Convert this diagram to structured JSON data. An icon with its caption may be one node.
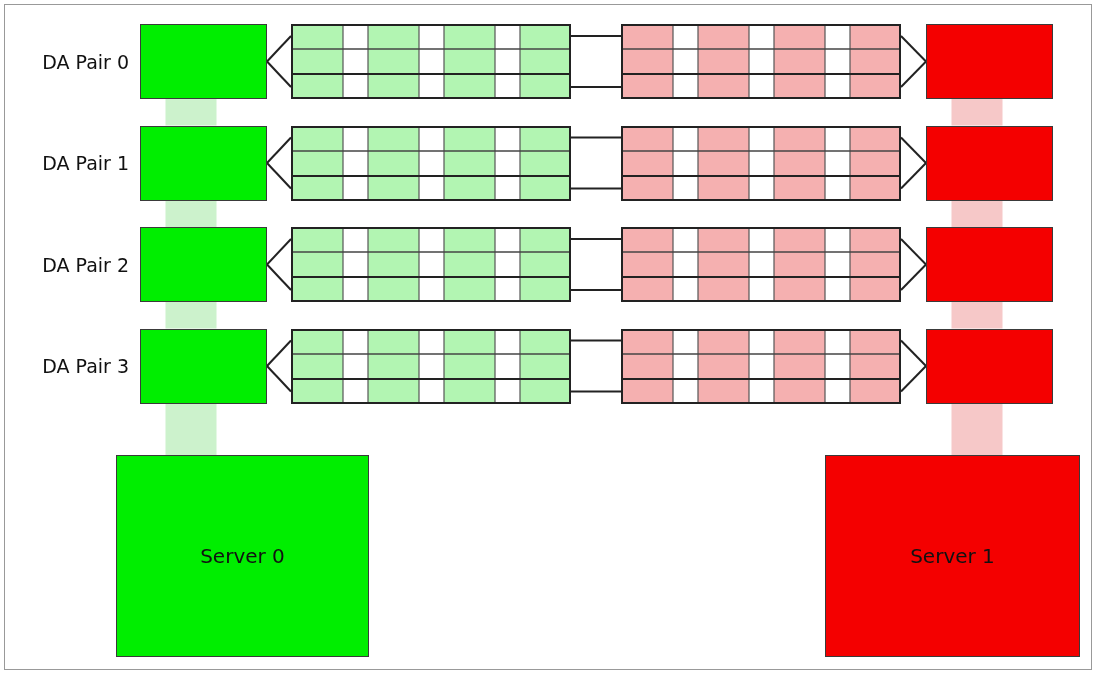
{
  "diagram": {
    "nodes": [
      {
        "text": [],
        "shape": "box",
        "beside": [
          "DA Pair 0"
        ]
      },
      {
        "text": [],
        "shape": "box"
      },
      {
        "text": [],
        "shape": "box"
      },
      {
        "text": [],
        "shape": "box"
      },
      {
        "text": [],
        "shape": "box",
        "beside": [
          "DA Pair 1"
        ]
      },
      {
        "text": [],
        "shape": "box"
      },
      {
        "text": [],
        "shape": "box"
      },
      {
        "text": [],
        "shape": "box"
      },
      {
        "text": [],
        "shape": "box",
        "beside": [
          "DA Pair 2"
        ]
      },
      {
        "text": [],
        "shape": "box"
      },
      {
        "text": [],
        "shape": "box"
      },
      {
        "text": [],
        "shape": "box"
      },
      {
        "text": [],
        "shape": "box",
        "beside": [
          "DA Pair 3"
        ]
      },
      {
        "text": [],
        "shape": "box"
      },
      {
        "text": [],
        "shape": "box"
      },
      {
        "text": [],
        "shape": "box"
      },
      {
        "text": [
          "Server 0"
        ]
      },
      {
        "text": [
          "Server 1"
        ]
      }
    ],
    "edges": [
      {
        "from": 0,
        "to": 1,
        "arrow": "none"
      },
      {
        "from": 0,
        "to": 1,
        "arrow": "none"
      },
      {
        "from": 1,
        "to": 2,
        "arrow": "none"
      },
      {
        "from": 1,
        "to": 2,
        "arrow": "none"
      },
      {
        "from": 2,
        "to": 3,
        "arrow": "none"
      },
      {
        "from": 2,
        "to": 3,
        "arrow": "none"
      },
      {
        "from": 4,
        "to": 5,
        "arrow": "none"
      },
      {
        "from": 4,
        "to": 5,
        "arrow": "none"
      },
      {
        "from": 5,
        "to": 6,
        "arrow": "none"
      },
      {
        "from": 5,
        "to": 6,
        "arrow": "none"
      },
      {
        "from": 6,
        "to": 7,
        "arrow": "none"
      },
      {
        "from": 6,
        "to": 7,
        "arrow": "none"
      },
      {
        "from": 8,
        "to": 9,
        "arrow": "none"
      },
      {
        "from": 8,
        "to": 9,
        "arrow": "none"
      },
      {
        "from": 9,
        "to": 10,
        "arrow": "none"
      },
      {
        "from": 9,
        "to": 10,
        "arrow": "none"
      },
      {
        "from": 10,
        "to": 11,
        "arrow": "none"
      },
      {
        "from": 10,
        "to": 11,
        "arrow": "none"
      },
      {
        "from": 12,
        "to": 13,
        "arrow": "none"
      },
      {
        "from": 12,
        "to": 13,
        "arrow": "none"
      },
      {
        "from": 13,
        "to": 14,
        "arrow": "none"
      },
      {
        "from": 13,
        "to": 14,
        "arrow": "none"
      },
      {
        "from": 14,
        "to": 15,
        "arrow": "none"
      },
      {
        "from": 14,
        "to": 15,
        "arrow": "none"
      },
      {
        "from": 0,
        "to": 4,
        "arrow": "none",
        "style": "thick",
        "color": "#ccf2cc"
      },
      {
        "from": 4,
        "to": 8,
        "arrow": "none",
        "style": "thick",
        "color": "#ccf2cc"
      },
      {
        "from": 8,
        "to": 12,
        "arrow": "none",
        "style": "thick",
        "color": "#ccf2cc"
      },
      {
        "from": 12,
        "to": 16,
        "arrow": "none",
        "style": "thick",
        "color": "#ccf2cc"
      },
      {
        "from": 3,
        "to": 7,
        "arrow": "none",
        "style": "thick",
        "color": "#f6c8c8"
      },
      {
        "from": 7,
        "to": 11,
        "arrow": "none",
        "style": "thick",
        "color": "#f6c8c8"
      },
      {
        "from": 11,
        "to": 15,
        "arrow": "none",
        "style": "thick",
        "color": "#f6c8c8"
      },
      {
        "from": 15,
        "to": 17,
        "arrow": "none",
        "style": "thick",
        "color": "#f6c8c8"
      }
    ]
  }
}
